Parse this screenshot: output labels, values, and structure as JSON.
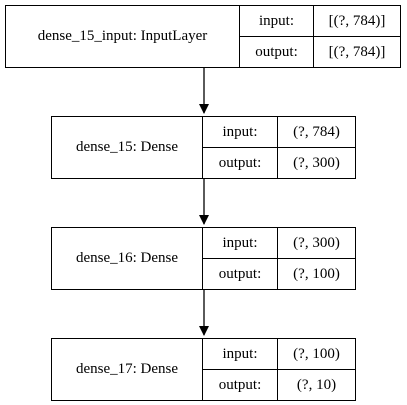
{
  "nodes": [
    {
      "name": "dense_15_input: InputLayer",
      "input_label": "input:",
      "input_value": "[(?, 784)]",
      "output_label": "output:",
      "output_value": "[(?, 784)]"
    },
    {
      "name": "dense_15: Dense",
      "input_label": "input:",
      "input_value": "(?, 784)",
      "output_label": "output:",
      "output_value": "(?, 300)"
    },
    {
      "name": "dense_16: Dense",
      "input_label": "input:",
      "input_value": "(?, 300)",
      "output_label": "output:",
      "output_value": "(?, 100)"
    },
    {
      "name": "dense_17: Dense",
      "input_label": "input:",
      "input_value": "(?, 100)",
      "output_label": "output:",
      "output_value": "(?, 10)"
    }
  ]
}
